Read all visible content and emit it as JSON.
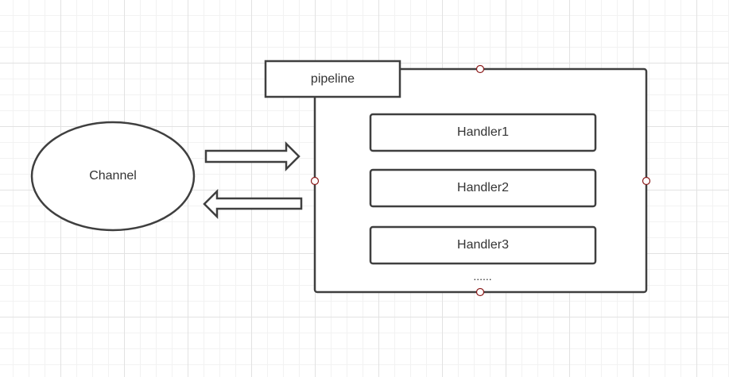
{
  "diagram": {
    "channel_label": "Channel",
    "pipeline_label": "pipeline",
    "handlers": [
      {
        "label": "Handler1"
      },
      {
        "label": "Handler2"
      },
      {
        "label": "Handler3"
      }
    ],
    "ellipsis": "......"
  },
  "colors": {
    "stroke": "#3f3f3f",
    "text": "#333333",
    "anchor_stroke": "#8b1a1a"
  }
}
